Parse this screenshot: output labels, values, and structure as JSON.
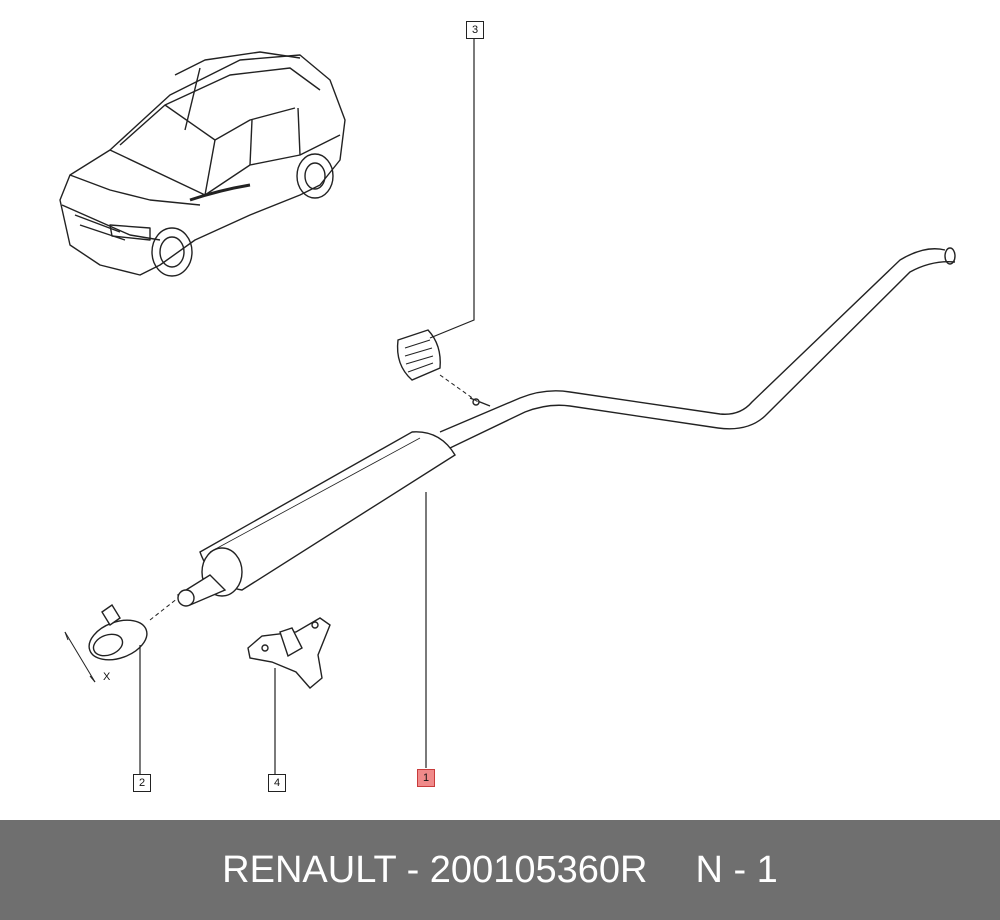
{
  "callouts": [
    {
      "number": "1",
      "highlighted": true
    },
    {
      "number": "2",
      "highlighted": false
    },
    {
      "number": "3",
      "highlighted": false
    },
    {
      "number": "4",
      "highlighted": false
    }
  ],
  "dimension_label": "X",
  "footer": {
    "part_code": "RENAULT - 200105360R",
    "quantity": "N - 1"
  },
  "colors": {
    "footer_background": "#6f6f6f",
    "highlight": "#f08a8a",
    "line": "#222222"
  }
}
